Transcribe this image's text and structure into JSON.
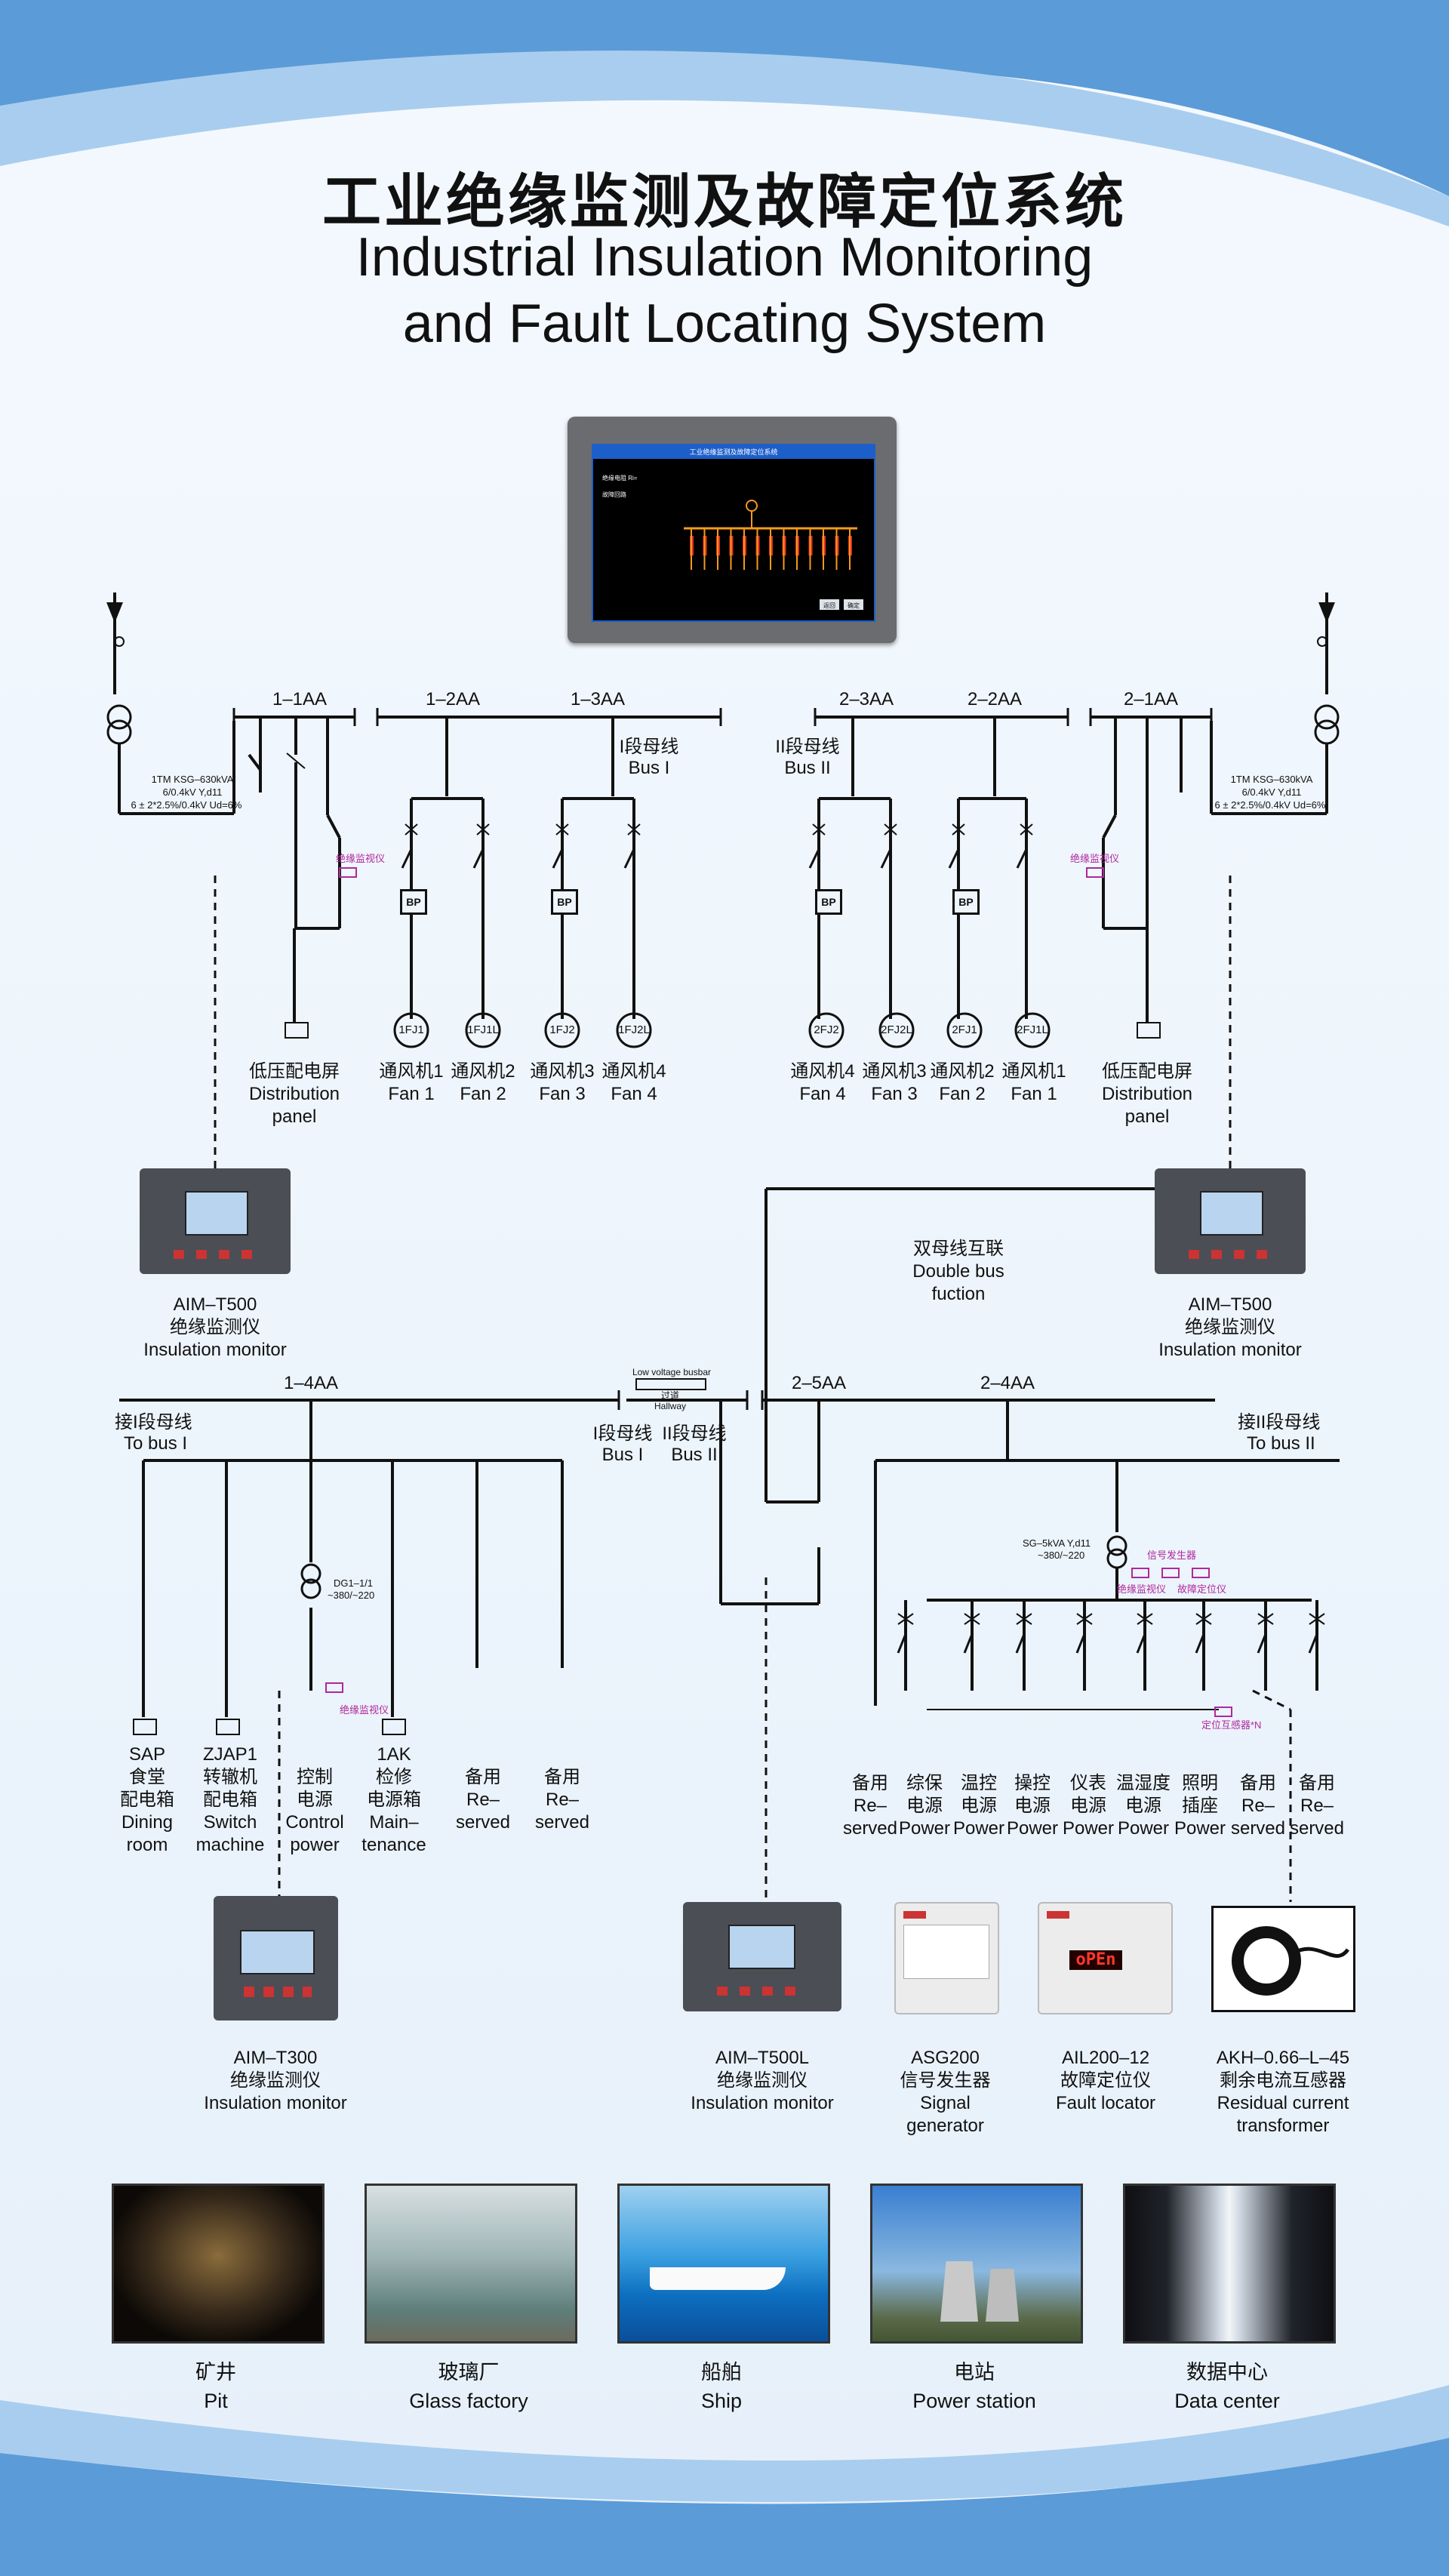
{
  "title": {
    "cn": "工业绝缘监测及故障定位系统",
    "en_line1": "Industrial Insulation Monitoring",
    "en_line2": "and Fault Locating System"
  },
  "colors": {
    "line": "#111111",
    "accent_magenta": "#b0289a",
    "screen_blue": "#1d5fc9",
    "bg_light": "#eef5fc",
    "bg_blue": "#5b9bd8"
  },
  "screen": {
    "title": "工业绝缘监测及故障定位系统",
    "row1": "绝缘电阻 Ri=",
    "row2": "故障回路",
    "btn1": "返回",
    "btn2": "确定"
  },
  "buses": {
    "b11": "1–1AA",
    "b12": "1–2AA",
    "b13": "1–3AA",
    "b23": "2–3AA",
    "b22": "2–2AA",
    "b21": "2–1AA",
    "b14": "1–4AA",
    "b25": "2–5AA",
    "b24": "2–4AA"
  },
  "bus_labels": {
    "bus1_cn": "I段母线",
    "bus1_en": "Bus I",
    "bus2_cn": "II段母线",
    "bus2_en": "Bus II",
    "to_bus1_cn": "接I段母线",
    "to_bus1_en": "To bus I",
    "to_bus2_cn": "接II段母线",
    "to_bus2_en": "To bus II",
    "lv_busbar": "Low voltage busbar",
    "hallway_cn": "过道",
    "hallway_en": "Hallway",
    "double_cn": "双母线互联",
    "double_en1": "Double bus",
    "double_en2": "fuction"
  },
  "transformers": {
    "left": [
      "1TM  KSG–630kVA",
      "6/0.4kV Y,d11",
      "6 ± 2*2.5%/0.4kV Ud=6%"
    ],
    "right": [
      "1TM  KSG–630kVA",
      "6/0.4kV Y,d11",
      "6 ± 2*2.5%/0.4kV Ud=6%"
    ],
    "dg": [
      "DG1–1/1",
      "~380/~220"
    ],
    "sg": [
      "SG–5kVA Y,d11",
      "~380/~220"
    ]
  },
  "small_tags": {
    "monitor": "绝缘监视仪",
    "signal_gen": "信号发生器",
    "fault_loc": "故障定位仪",
    "ct_n": "定位互感器*N",
    "tag_box": "###"
  },
  "motor_labels": {
    "left": [
      "1FJ1",
      "1FJ1L",
      "1FJ2",
      "1FJ2L"
    ],
    "right": [
      "2FJ2",
      "2FJ2L",
      "2FJ1",
      "2FJ1L"
    ],
    "bp": "BP"
  },
  "loads_top_left": [
    {
      "cn": "低压配电屏",
      "en1": "Distribution",
      "en2": "panel"
    },
    {
      "cn": "通风机1",
      "en1": "Fan 1",
      "en2": ""
    },
    {
      "cn": "通风机2",
      "en1": "Fan 2",
      "en2": ""
    },
    {
      "cn": "通风机3",
      "en1": "Fan 3",
      "en2": ""
    },
    {
      "cn": "通风机4",
      "en1": "Fan 4",
      "en2": ""
    }
  ],
  "loads_top_right": [
    {
      "cn": "通风机4",
      "en1": "Fan 4",
      "en2": ""
    },
    {
      "cn": "通风机3",
      "en1": "Fan 3",
      "en2": ""
    },
    {
      "cn": "通风机2",
      "en1": "Fan 2",
      "en2": ""
    },
    {
      "cn": "通风机1",
      "en1": "Fan 1",
      "en2": ""
    },
    {
      "cn": "低压配电屏",
      "en1": "Distribution",
      "en2": "panel"
    }
  ],
  "loads_bottom_left": [
    {
      "l1": "SAP",
      "l2": "食堂",
      "l3": "配电箱",
      "l4": "Dining",
      "l5": "room"
    },
    {
      "l1": "ZJAP1",
      "l2": "转辙机",
      "l3": "配电箱",
      "l4": "Switch",
      "l5": "machine"
    },
    {
      "l1": "",
      "l2": "控制",
      "l3": "电源",
      "l4": "Control",
      "l5": "power"
    },
    {
      "l1": "1AK",
      "l2": "检修",
      "l3": "电源箱",
      "l4": "Main–",
      "l5": "tenance"
    },
    {
      "l1": "",
      "l2": "备用",
      "l3": "Re–",
      "l4": "served",
      "l5": ""
    },
    {
      "l1": "",
      "l2": "备用",
      "l3": "Re–",
      "l4": "served",
      "l5": ""
    }
  ],
  "loads_bottom_right": [
    {
      "l1": "备用",
      "l2": "Re–",
      "l3": "served"
    },
    {
      "l1": "综保",
      "l2": "电源",
      "l3": "Power"
    },
    {
      "l1": "温控",
      "l2": "电源",
      "l3": "Power"
    },
    {
      "l1": "操控",
      "l2": "电源",
      "l3": "Power"
    },
    {
      "l1": "仪表",
      "l2": "电源",
      "l3": "Power"
    },
    {
      "l1": "温湿度",
      "l2": "电源",
      "l3": "Power"
    },
    {
      "l1": "照明",
      "l2": "插座",
      "l3": "Power"
    },
    {
      "l1": "备用",
      "l2": "Re–",
      "l3": "served"
    },
    {
      "l1": "备用",
      "l2": "Re–",
      "l3": "served"
    }
  ],
  "devices": {
    "aim_t500_left": {
      "model": "AIM–T500",
      "cn": "绝缘监测仪",
      "en": "Insulation monitor"
    },
    "aim_t500_right": {
      "model": "AIM–T500",
      "cn": "绝缘监测仪",
      "en": "Insulation monitor"
    },
    "aim_t300": {
      "model": "AIM–T300",
      "cn": "绝缘监测仪",
      "en": "Insulation monitor"
    },
    "aim_t500l": {
      "model": "AIM–T500L",
      "cn": "绝缘监测仪",
      "en": "Insulation monitor"
    },
    "asg200": {
      "model": "ASG200",
      "cn": "信号发生器",
      "en1": "Signal",
      "en2": "generator"
    },
    "ail200": {
      "model": "AIL200–12",
      "cn": "故障定位仪",
      "en": "Fault locator",
      "display": "oPEn"
    },
    "akh": {
      "model": "AKH–0.66–L–45",
      "cn": "剩余电流互感器",
      "en1": "Residual current",
      "en2": "transformer"
    }
  },
  "applications": [
    {
      "cn": "矿井",
      "en": "Pit"
    },
    {
      "cn": "玻璃厂",
      "en": "Glass factory"
    },
    {
      "cn": "船舶",
      "en": "Ship"
    },
    {
      "cn": "电站",
      "en": "Power station"
    },
    {
      "cn": "数据中心",
      "en": "Data center"
    }
  ]
}
